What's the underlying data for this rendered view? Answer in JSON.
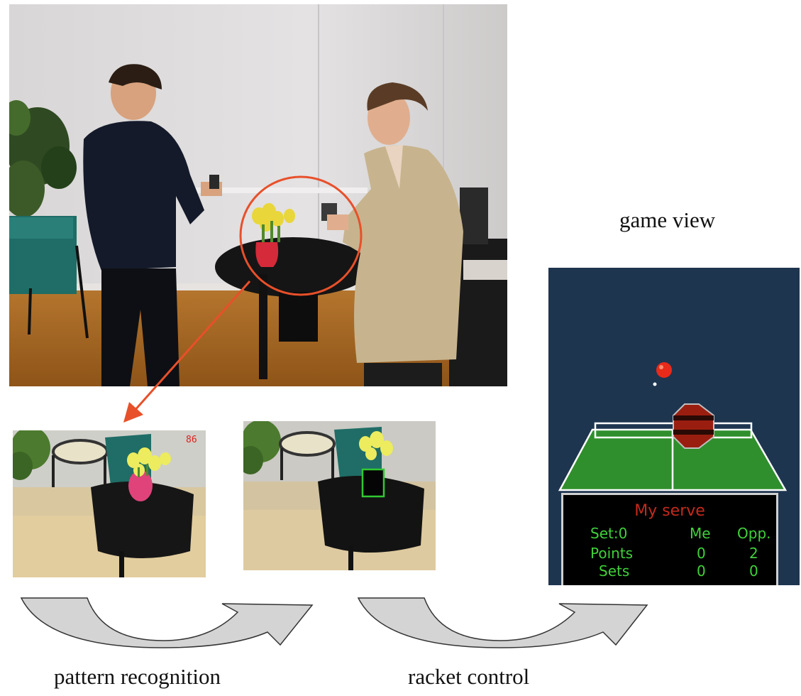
{
  "captions": {
    "game_view": "game view",
    "pattern_recognition": "pattern recognition",
    "racket_control": "racket control"
  },
  "camera_frame": {
    "counter": "86"
  },
  "scoreboard": {
    "status": "My serve",
    "header": [
      "Set:0",
      "Me",
      "Opp."
    ],
    "rows": [
      {
        "label": "Points",
        "me": "0",
        "opp": "2"
      },
      {
        "label": "Sets",
        "me": "0",
        "opp": "0"
      }
    ]
  },
  "colors": {
    "highlight_red": "#e8502a",
    "game_background": "#1e3550",
    "table_green": "#2f8f2c",
    "score_green": "#3fd13a",
    "score_red": "#c42a1c",
    "arrow_fill": "#d4d4d4"
  }
}
